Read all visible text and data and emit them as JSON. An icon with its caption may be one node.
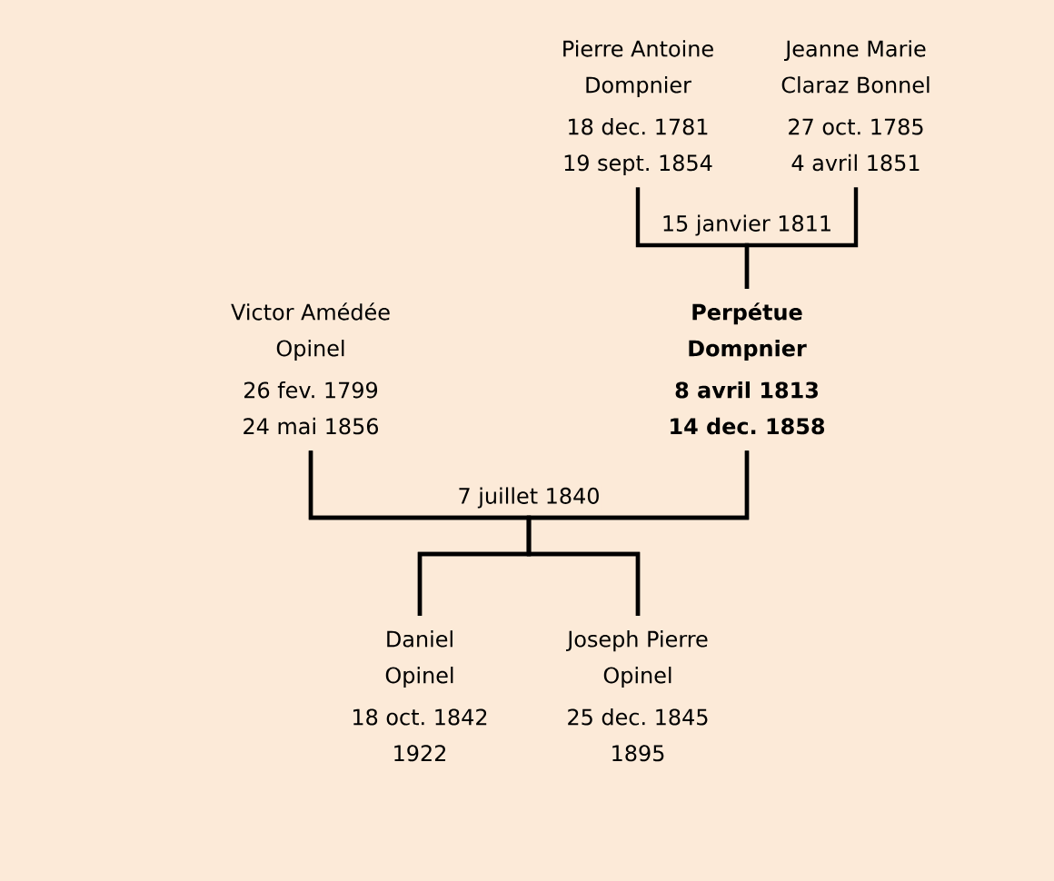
{
  "diagram": {
    "nodes": [
      {
        "text": [
          "Pierre Antoine Dompnier",
          "18 dec. 1781",
          "19 sept. 1854"
        ]
      },
      {
        "text": [
          "Jeanne Marie Claraz Bonnel",
          "27 oct. 1785",
          "4 avril 1851"
        ]
      },
      {
        "text": [
          "Victor Amédée Opinel",
          "26 fev. 1799",
          "24 mai 1856"
        ]
      },
      {
        "text": [
          "Perpétue Dompnier",
          "8 avril 1813",
          "14 dec. 1858"
        ]
      },
      {
        "text": [
          "Daniel Opinel",
          "18 oct. 1842",
          "1922"
        ]
      },
      {
        "text": [
          "Joseph Pierre Opinel",
          "25 dec. 1845",
          "1895"
        ]
      }
    ],
    "edges": [
      {
        "from": 0,
        "to": 3,
        "arrow": "none",
        "label": "15 janvier 1811"
      },
      {
        "from": 1,
        "to": 3,
        "arrow": "none"
      },
      {
        "from": 2,
        "to": 4,
        "arrow": "none",
        "label": "7 juillet 1840"
      },
      {
        "from": 2,
        "to": 5,
        "arrow": "none"
      },
      {
        "from": 3,
        "to": 4,
        "arrow": "none"
      },
      {
        "from": 3,
        "to": 5,
        "arrow": "none"
      }
    ]
  }
}
